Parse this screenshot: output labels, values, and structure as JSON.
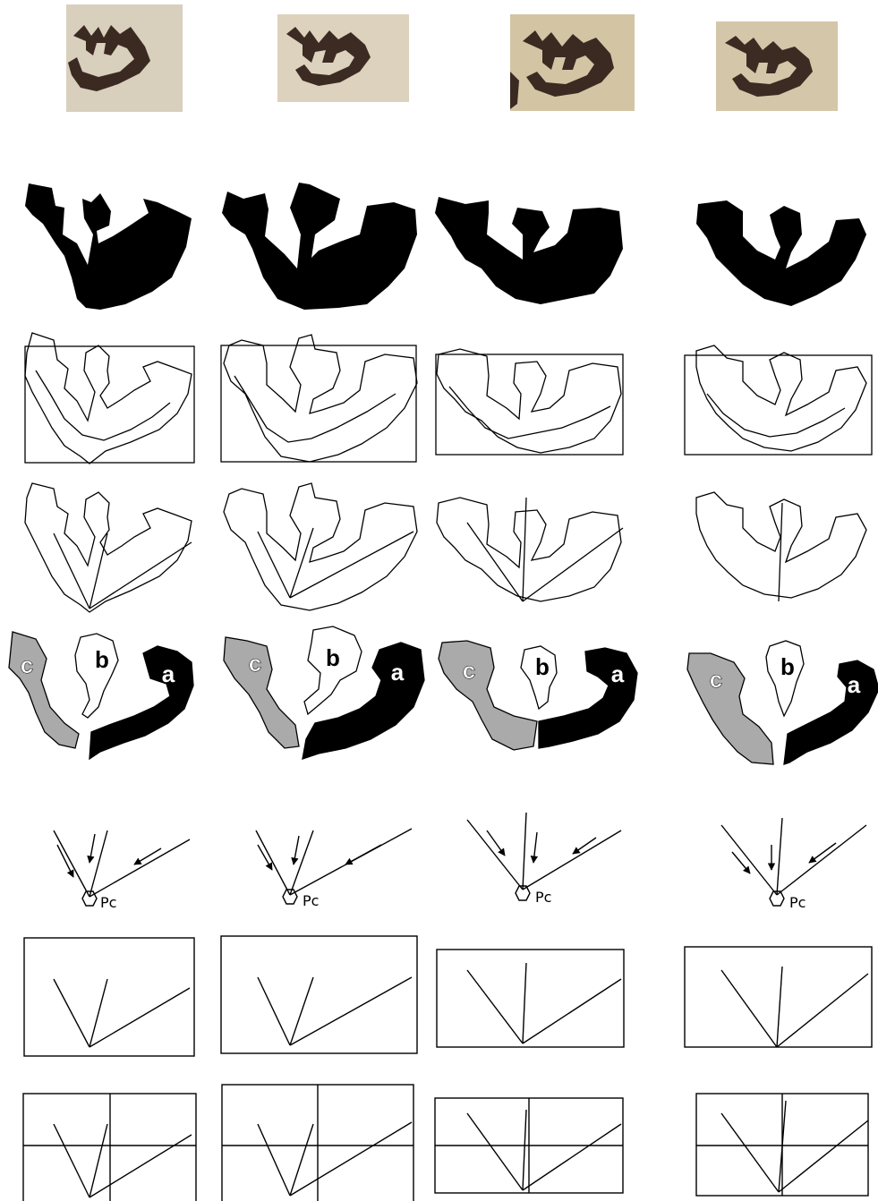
{
  "colors": {
    "ink": "#000000",
    "paper": "#ffffff",
    "region_c": "#aaaaaa",
    "photo_bg": "#d8cdb8",
    "photo_ink": "#3a2a22"
  },
  "columns": [
    {
      "point_label": "Pc",
      "region_labels": [
        "c",
        "b",
        "a"
      ]
    },
    {
      "point_label": "Pc",
      "region_labels": [
        "c",
        "b",
        "a"
      ]
    },
    {
      "point_label": "Pc",
      "region_labels": [
        "c",
        "b",
        "a"
      ]
    },
    {
      "point_label": "Pc",
      "region_labels": [
        "c",
        "b",
        "a"
      ]
    }
  ]
}
